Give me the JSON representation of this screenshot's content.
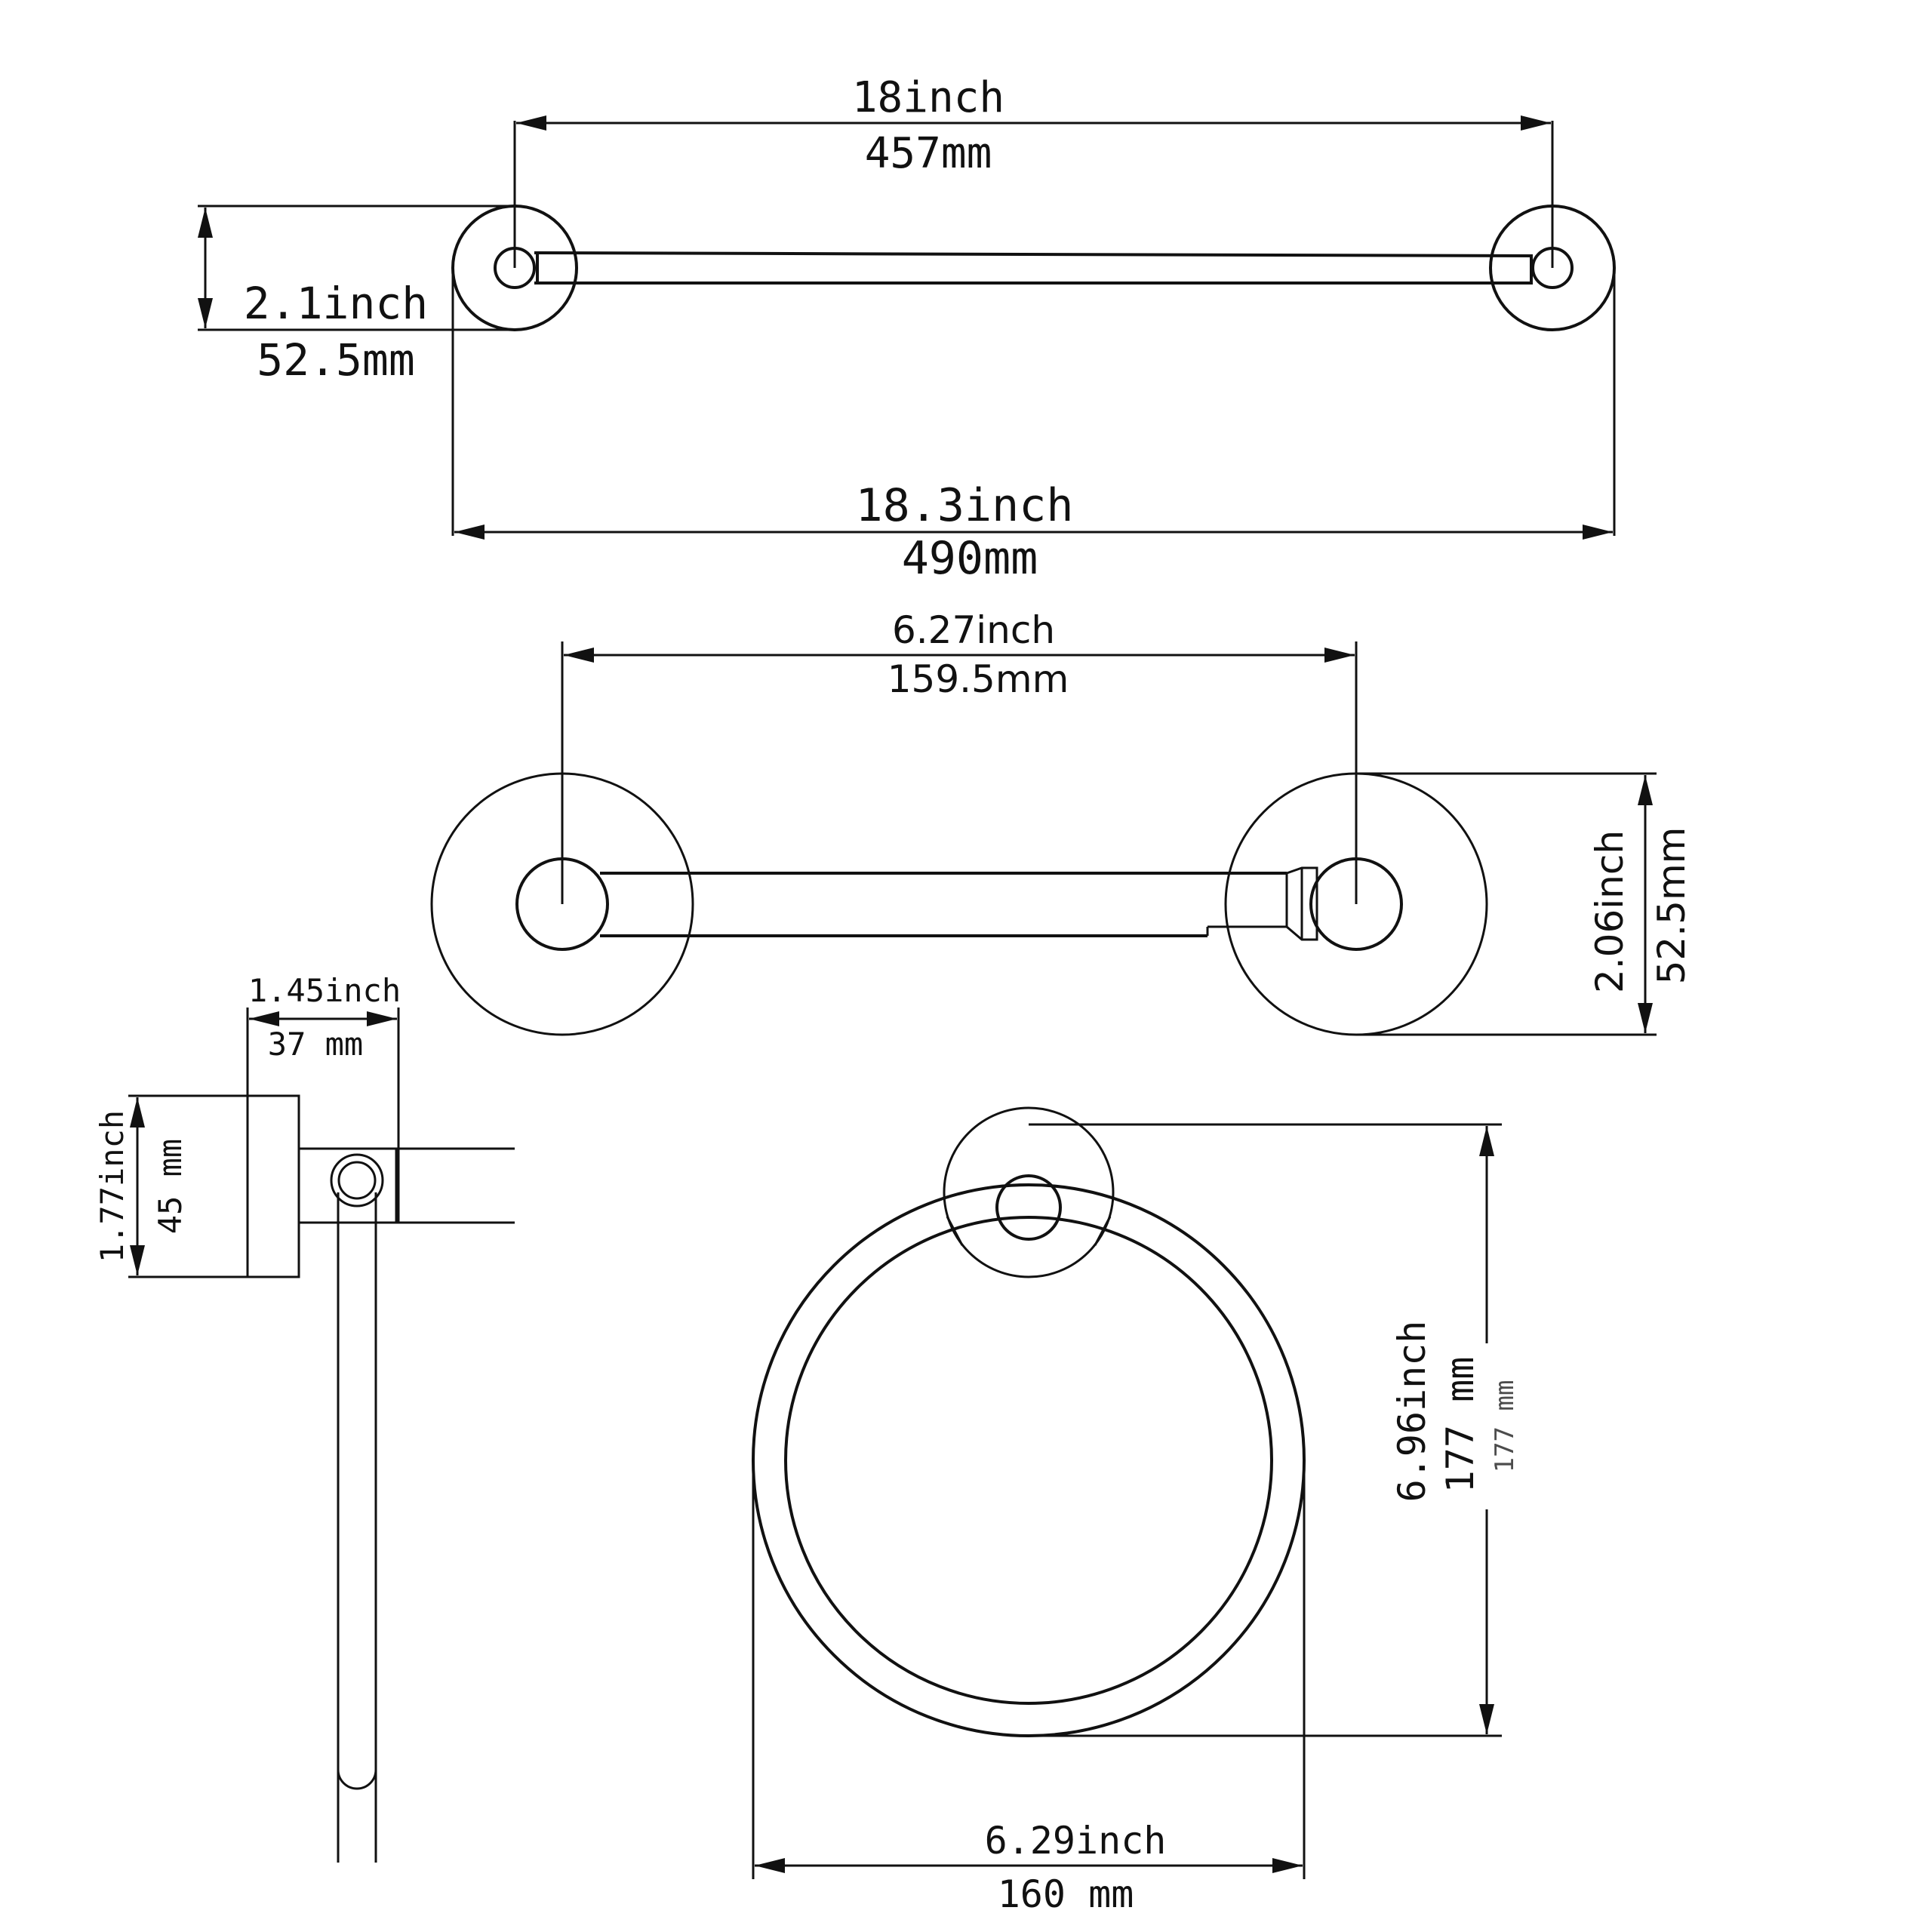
{
  "colors": {
    "line": "#111111",
    "background": "#ffffff"
  },
  "towel_bar": {
    "span_inch": "18inch",
    "span_mm": "457mm",
    "overall_inch": "18.3inch",
    "overall_mm": "490mm",
    "height_inch": "2.1inch",
    "height_mm": "52.5mm"
  },
  "paper_holder": {
    "span_inch": "6.27inch",
    "span_mm": "159.5mm",
    "height_inch": "2.06inch",
    "height_mm": "52.5mm"
  },
  "side_view": {
    "projection_inch": "1.45inch",
    "projection_mm": "37 mm",
    "height_inch": "1.77inch",
    "height_mm": "45 mm"
  },
  "towel_ring": {
    "height_inch": "6.96inch",
    "height_mm": "177 mm",
    "height_mm_ghost": "177 mm",
    "width_inch": "6.29inch",
    "width_mm": "160 mm"
  }
}
